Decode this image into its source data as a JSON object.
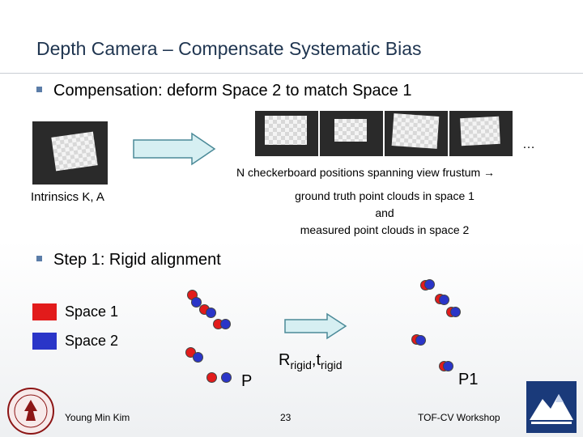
{
  "slide": {
    "title": "Depth Camera – Compensate Systematic Bias",
    "bullet1": "Compensation: deform Space 2 to match Space 1",
    "ellipsis": "…",
    "positions_caption": "N checkerboard positions spanning view frustum →",
    "intrinsics_label": "Intrinsics K, A",
    "ground_truth_lines": [
      "ground truth point clouds in space 1",
      "and",
      "measured point clouds in space 2"
    ],
    "bullet2": "Step 1: Rigid alignment",
    "legend": [
      {
        "label": "Space 1",
        "color": "#e21b1b"
      },
      {
        "label": "Space 2",
        "color": "#2a35c8"
      }
    ],
    "label_p": "P",
    "label_p1": "P1",
    "transform": {
      "main": "R",
      "sub1": "rigid",
      "sep": ",t",
      "sub2": "rigid"
    },
    "footer": {
      "author": "Young Min Kim",
      "page": "23",
      "venue": "TOF-CV Workshop"
    }
  }
}
